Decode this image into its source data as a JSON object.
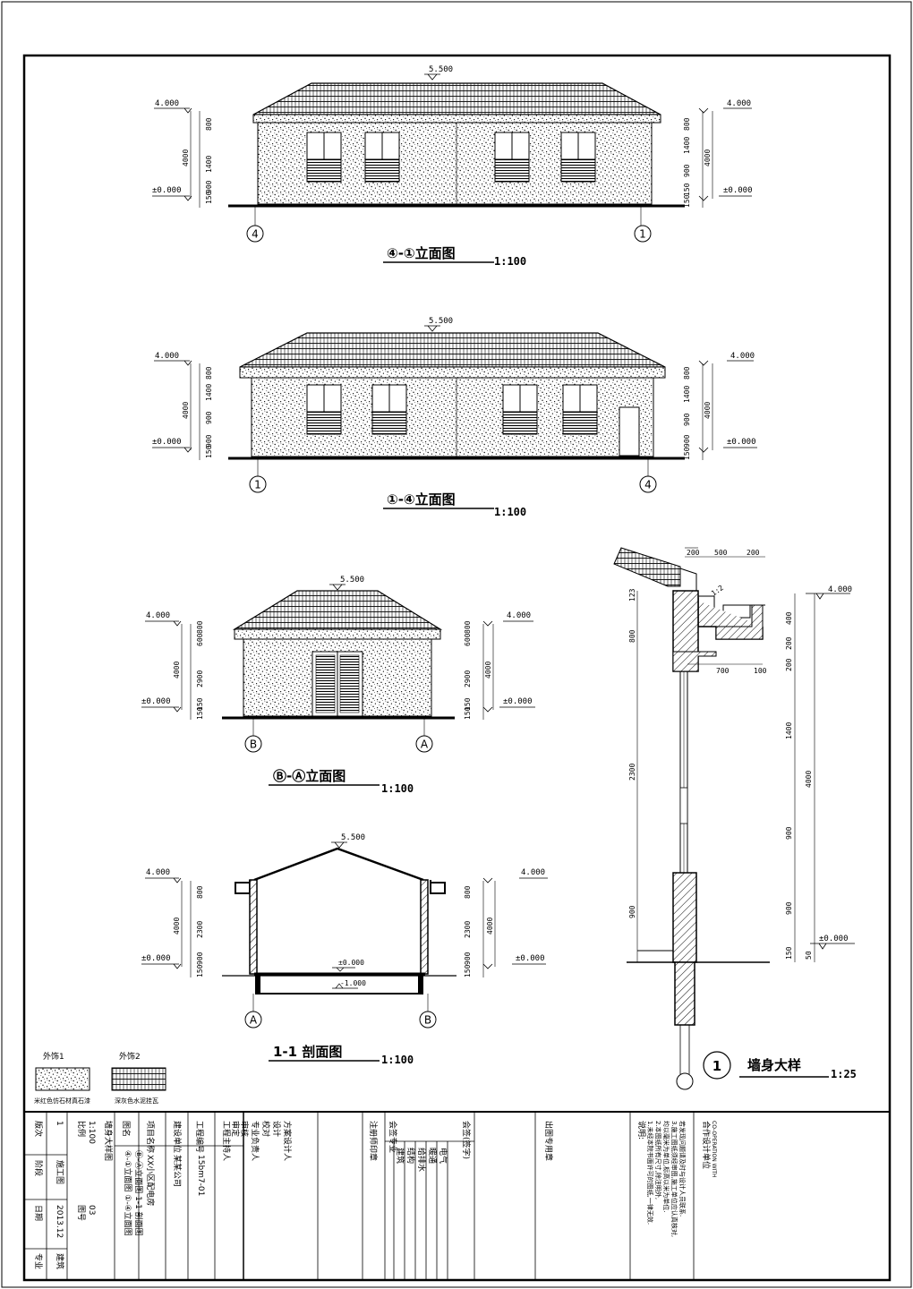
{
  "drawings": {
    "elev_4_1": {
      "title": "④-①立面图",
      "scale": "1:100",
      "ridge": "5.500",
      "eave_left": "4.000",
      "eave_right": "4.000",
      "ground_left": "±0.000",
      "ground_right": "±0.000",
      "axis_left": "4",
      "axis_right": "1",
      "dims_left": [
        "150",
        "900",
        "1400",
        "800"
      ],
      "dim_total": "4000",
      "dims_right": [
        "800",
        "1400",
        "900",
        "150",
        "150"
      ]
    },
    "elev_1_4": {
      "title": "①-④立面图",
      "scale": "1:100",
      "ridge": "5.500",
      "eave_left": "4.000",
      "eave_right": "4.000",
      "ground_left": "±0.000",
      "ground_right": "±0.000",
      "axis_left": "1",
      "axis_right": "4",
      "dims_left": [
        "150",
        "900",
        "900",
        "1400",
        "800"
      ],
      "dim_total": "4000",
      "dims_right": [
        "800",
        "1400",
        "900",
        "900",
        "150"
      ]
    },
    "elev_b_a": {
      "title": "Ⓑ-Ⓐ立面图",
      "scale": "1:100",
      "ridge": "5.500",
      "eave_left": "4.000",
      "eave_right": "4.000",
      "ground_left": "±0.000",
      "ground_right": "±0.000",
      "axis_left": "B",
      "axis_right": "A",
      "dims_left": [
        "150",
        "150",
        "2900",
        "600",
        "800"
      ],
      "dim_total": "4000",
      "dims_right": [
        "800",
        "600",
        "2900",
        "150",
        "150"
      ]
    },
    "section_1_1": {
      "title": "1-1 剖面图",
      "scale": "1:100",
      "ridge": "5.500",
      "eave_left": "4.000",
      "eave_right": "4.000",
      "ground_left": "±0.000",
      "ground_right": "±0.000",
      "floor": "±0.000",
      "below": "-1.000",
      "axis_left": "A",
      "axis_right": "B",
      "dims_left": [
        "150",
        "900",
        "2300",
        "800"
      ],
      "dim_total": "4000",
      "dims_right": [
        "800",
        "2300",
        "900",
        "150"
      ]
    },
    "wall_detail": {
      "index": "1",
      "title": "墙身大样",
      "scale": "1:25",
      "top_dims": [
        "200",
        "500",
        "200"
      ],
      "eave": "4.000",
      "ground": "±0.000",
      "dim_700": "700",
      "dim_100": "100",
      "slope": "1:2",
      "left_dims": [
        "123",
        "800",
        "2300",
        "900"
      ],
      "right_dims": [
        "400",
        "200",
        "200",
        "1400",
        "900",
        "900",
        "150",
        "50"
      ],
      "right_total": "4000"
    }
  },
  "legend": [
    {
      "label": "外饰1",
      "caption": "米红色仿石材真石漆"
    },
    {
      "label": "外饰2",
      "caption": "深灰色水泥挂瓦"
    }
  ],
  "title_block": {
    "firm": "合作设计单位",
    "firm_en": "CO-OPERATION WITH",
    "notes_label": "说明:",
    "notes": [
      "1.未经本院书面许可的图纸,一律无效.",
      "2.本图纸所有尺寸,除注明外,",
      "均以毫米为单位,标高以米为单位.",
      "3.施工图纸须经审图,施工单位应认真核对,",
      "若发现问题请及时与设计人员联系."
    ],
    "stamp_reg": "注册师印章",
    "stamp_out": "出图专用章",
    "cosign_label": "会签专业",
    "cosign_disc": [
      "建筑",
      "结构",
      "给排水",
      "暖通",
      "电气"
    ],
    "cosign_note": "会签(签字)",
    "roles": [
      "工程主持人",
      "审定",
      "审核",
      "专业负责人",
      "校对",
      "设计",
      "方案设计人"
    ],
    "project_no_label": "工程编号",
    "project_no": "15bm7-01",
    "client_label": "建设单位",
    "client": "某某公司",
    "project_label": "项目名称",
    "project": "XX小区配电房",
    "drawing_label": "图名",
    "drawing_names": [
      "④-①立面图  ①-④立面图",
      "Ⓑ-Ⓐ立面图  1-1 剖面图",
      "墙身大样图"
    ],
    "version_label": "版次",
    "version": "1",
    "stage_label": "阶段",
    "stage": "施工图",
    "date_label": "日期",
    "date": "2013.12",
    "discipline_label": "专业",
    "discipline": "建筑",
    "scale_label": "比例",
    "scale": "1:100",
    "sheet_label": "图号",
    "sheet": "03"
  }
}
